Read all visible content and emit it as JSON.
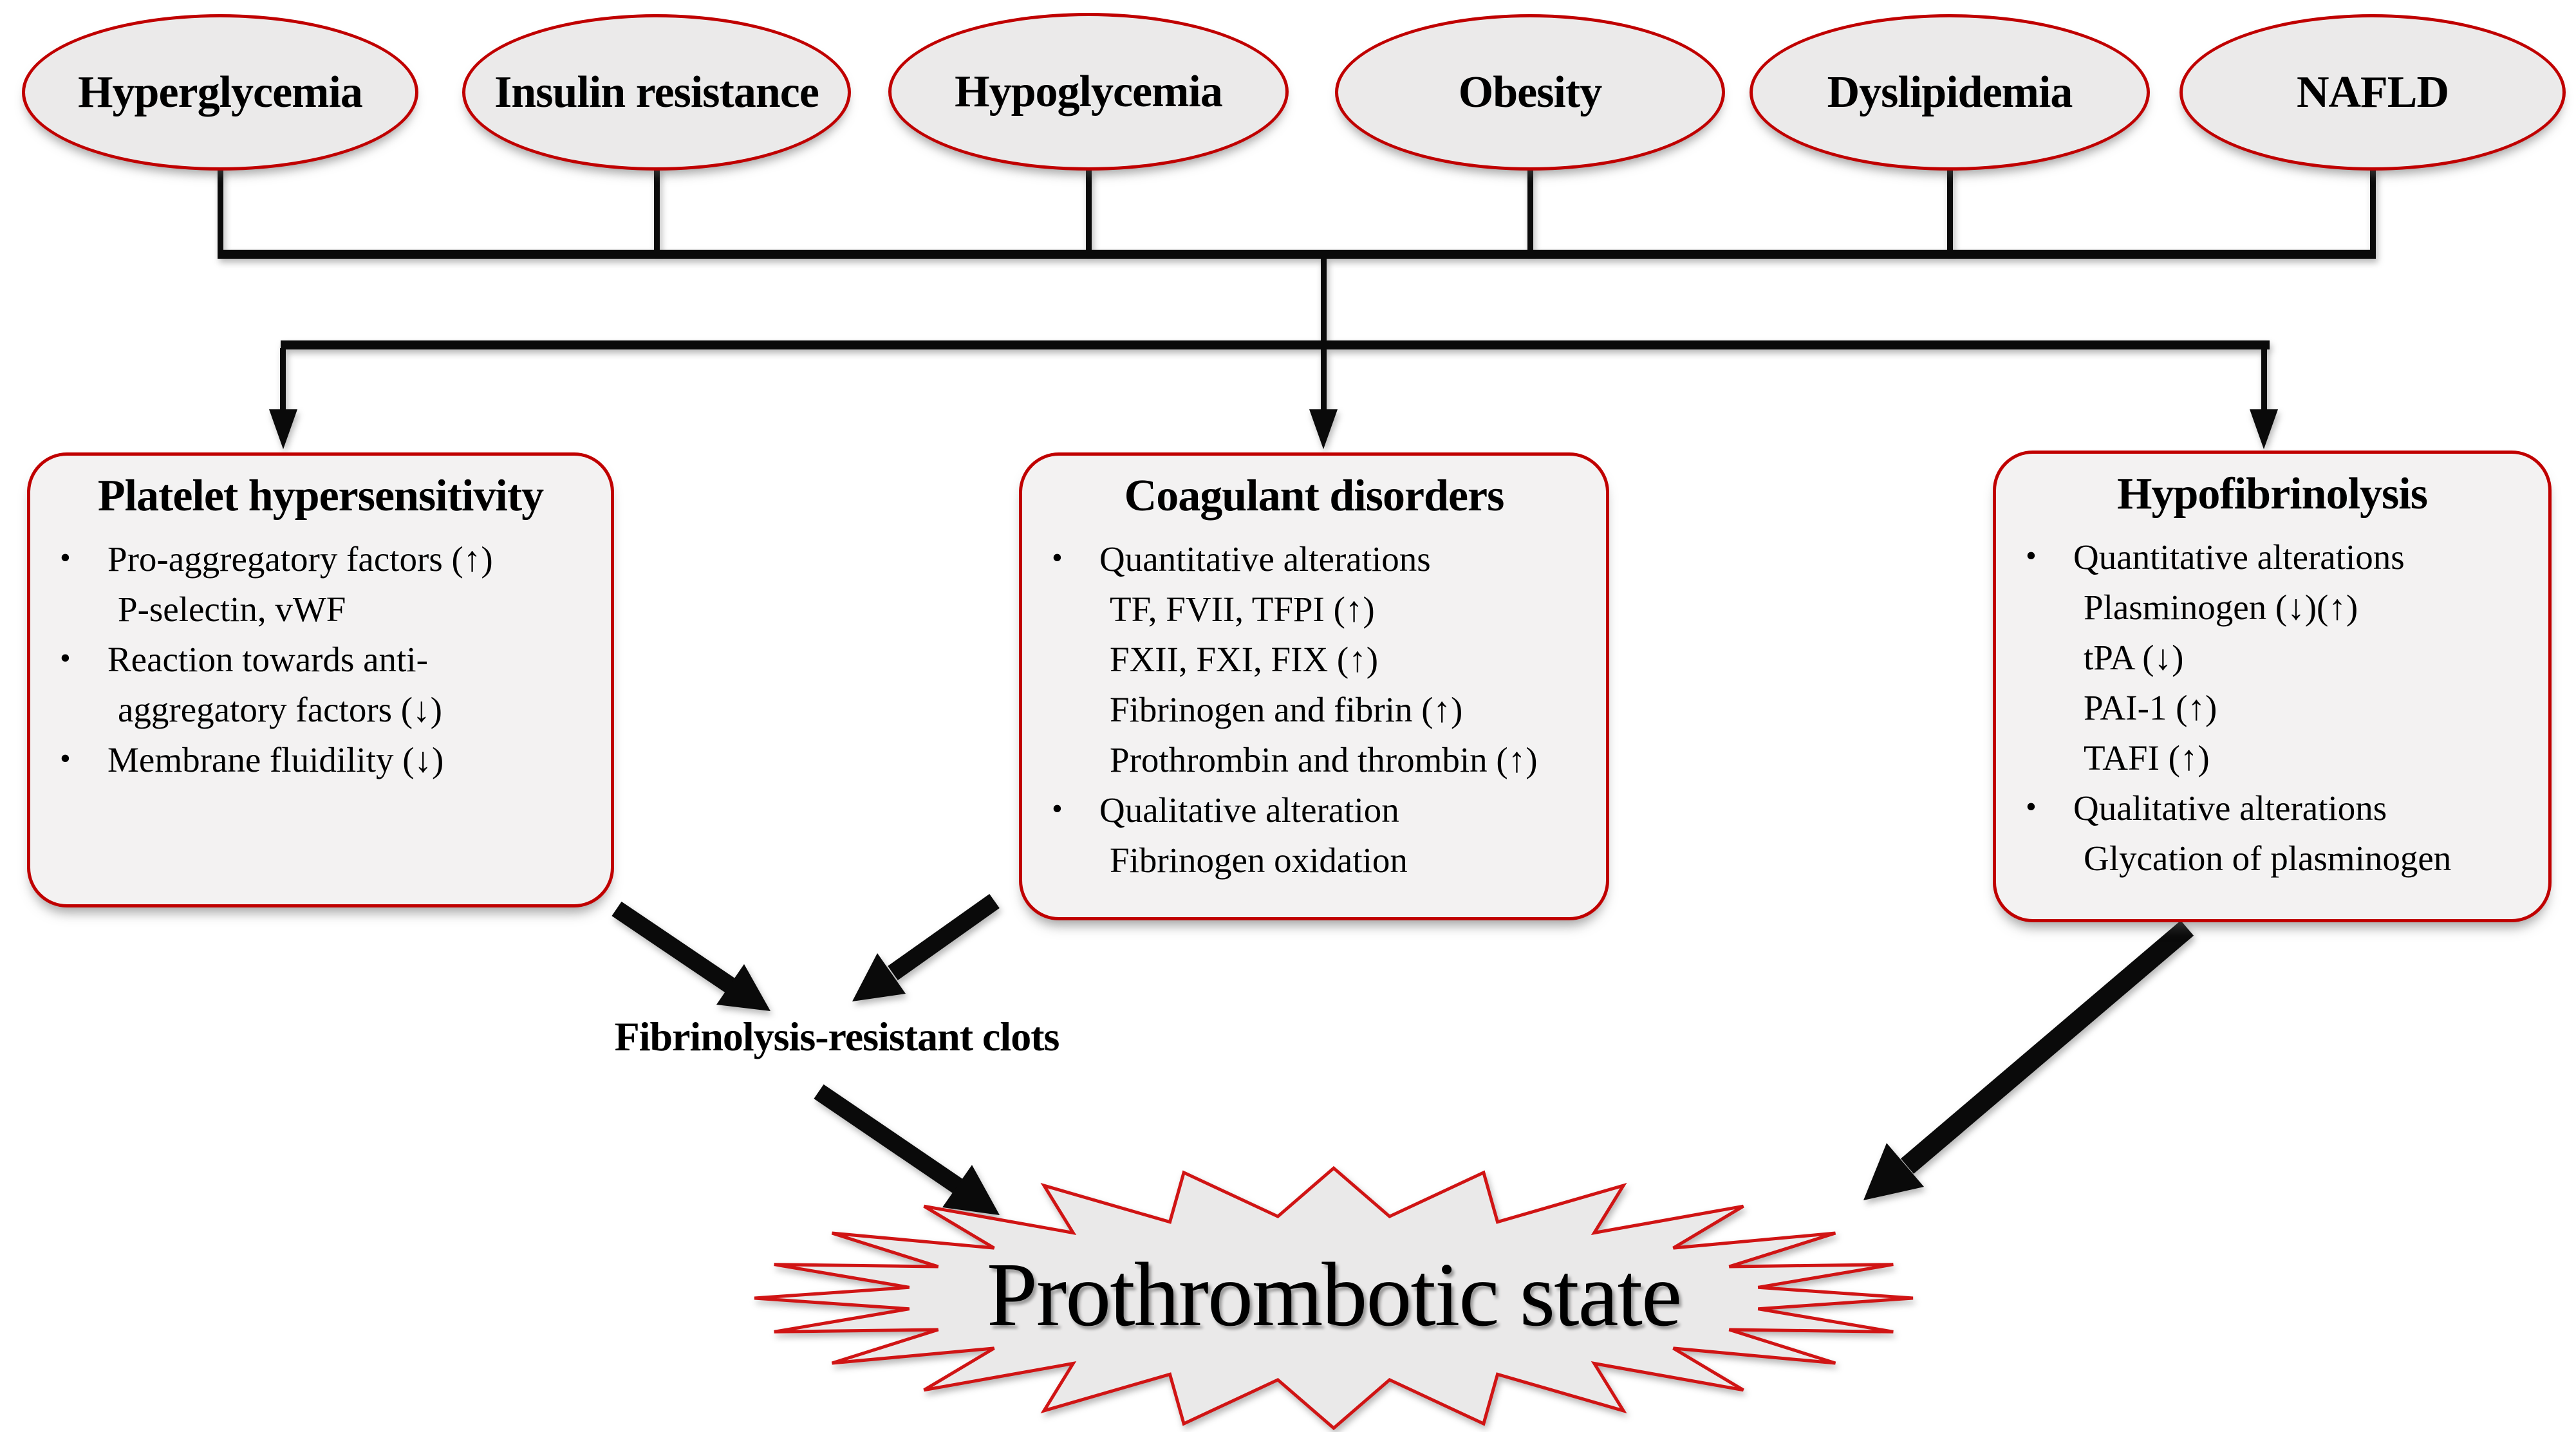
{
  "colors": {
    "shape_border_red": "#c00000",
    "burst_border_red": "#d01414",
    "shape_fill_gray": "#ebeaea",
    "box_fill_gray": "#f3f2f2",
    "arrow_black": "#0a0a0a"
  },
  "risk_factors": [
    "Hyperglycemia",
    "Insulin resistance",
    "Hypoglycemia",
    "Obesity",
    "Dyslipidemia",
    "NAFLD"
  ],
  "boxes": [
    {
      "title": "Platelet hypersensitivity",
      "items": [
        {
          "lines": [
            "Pro-aggregatory factors (↑)",
            "P-selectin, vWF"
          ]
        },
        {
          "lines": [
            "Reaction towards anti-",
            "aggregatory factors (↓)"
          ]
        },
        {
          "lines": [
            "Membrane fluidility (↓)"
          ]
        }
      ]
    },
    {
      "title": "Coagulant disorders",
      "items": [
        {
          "lines": [
            "Quantitative alterations",
            "TF, FVII, TFPI (↑)",
            "FXII, FXI, FIX (↑)",
            "Fibrinogen and fibrin (↑)",
            "Prothrombin and thrombin (↑)"
          ]
        },
        {
          "lines": [
            "Qualitative alteration",
            "Fibrinogen oxidation"
          ]
        }
      ]
    },
    {
      "title": "Hypofibrinolysis",
      "items": [
        {
          "lines": [
            "Quantitative alterations",
            "Plasminogen (↓)(↑)",
            "tPA (↓)",
            "PAI-1 (↑)",
            "TAFI (↑)"
          ]
        },
        {
          "lines": [
            "Qualitative alterations",
            "Glycation of plasminogen"
          ]
        }
      ]
    }
  ],
  "labels": {
    "clots": "Fibrinolysis-resistant clots",
    "outcome": "Prothrombotic state"
  }
}
